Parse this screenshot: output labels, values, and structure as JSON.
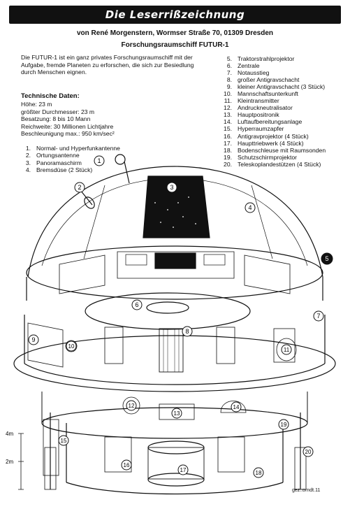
{
  "header": {
    "title": "Die Leserrißzeichnung",
    "author": "von René Morgenstern, Wormser Straße 70, 01309 Dresden",
    "subtitle": "Forschungsraumschiff FUTUR-1"
  },
  "intro": "Die FUTUR-1 ist ein ganz privates Forschungsraumschiff mit der Aufgabe, fremde Planeten zu erforschen, die sich zur Besiedlung durch Menschen eignen.",
  "tech": {
    "title": "Technische Daten:",
    "lines": [
      "Höhe: 23 m",
      "größter Durchmesser: 23 m",
      "Besatzung: 8 bis 10 Mann",
      "Reichweite: 30 Millionen Lichtjahre",
      "Beschleunigung max.: 950 km/sec²"
    ]
  },
  "legend_left": [
    {
      "n": "1.",
      "t": "Normal- und Hyperfunkantenne"
    },
    {
      "n": "2.",
      "t": "Ortungsantenne"
    },
    {
      "n": "3.",
      "t": "Panoramaschirm"
    },
    {
      "n": "4.",
      "t": "Bremsdüse (2 Stück)"
    }
  ],
  "legend_right": [
    {
      "n": "5.",
      "t": "Traktorstrahlprojektor"
    },
    {
      "n": "6.",
      "t": "Zentrale"
    },
    {
      "n": "7.",
      "t": "Notausstieg"
    },
    {
      "n": "8.",
      "t": "großer Antigravschacht"
    },
    {
      "n": "9.",
      "t": "kleiner Antigravschacht (3 Stück)"
    },
    {
      "n": "10.",
      "t": "Mannschaftsunterkunft"
    },
    {
      "n": "11.",
      "t": "Kleintransmitter"
    },
    {
      "n": "12.",
      "t": "Andruckneutralisator"
    },
    {
      "n": "13.",
      "t": "Hauptpositronik"
    },
    {
      "n": "14.",
      "t": "Luftaufbereitungsanlage"
    },
    {
      "n": "15.",
      "t": "Hyperraumzapfer"
    },
    {
      "n": "16.",
      "t": "Antigravprojektor (4 Stück)"
    },
    {
      "n": "17.",
      "t": "Haupttriebwerk (4 Stück)"
    },
    {
      "n": "18.",
      "t": "Bodenschleuse mit Raumsonden"
    },
    {
      "n": "19.",
      "t": "Schutzschirmprojektor"
    },
    {
      "n": "20.",
      "t": "Teleskoplandestützen (4 Stück)"
    }
  ],
  "drawing": {
    "callouts": [
      "1",
      "2",
      "3",
      "4",
      "5",
      "6",
      "7",
      "8",
      "9",
      "10",
      "11",
      "12",
      "13",
      "14",
      "15",
      "16",
      "17",
      "18",
      "19",
      "20"
    ],
    "scale_4m": "4m",
    "scale_2m": "2m",
    "signature": "gez.:orndt.11"
  }
}
